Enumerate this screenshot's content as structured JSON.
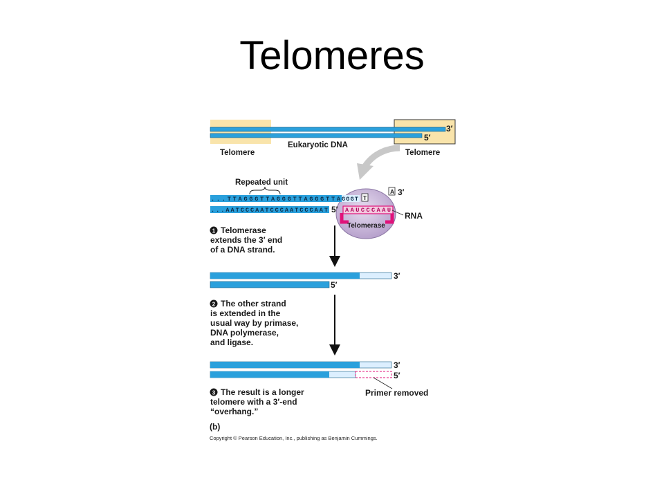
{
  "title": "Telomeres",
  "top_diagram": {
    "left_telomere_label": "Telomere",
    "dna_label": "Eukaryotic DNA",
    "right_telomere_label": "Telomere",
    "three_prime": "3′",
    "five_prime": "5′"
  },
  "repeat": {
    "repeated_unit_label": "Repeated unit",
    "top_strand_seq": "...TTAGGGTTAGGGTTAGGGTTA",
    "top_strand_ext": "GGGT",
    "next_base_T": "T",
    "next_base_A": "A",
    "bottom_strand_seq": "...AATCCCAATCCCAATCCCAAT",
    "rna_seq": "AAUCCCAAU",
    "rna_label": "RNA",
    "telomerase_label": "Telomerase",
    "three_prime": "3′",
    "five_prime": "5′"
  },
  "steps": [
    {
      "marker": "1",
      "lines": [
        "Telomerase",
        "extends the 3′ end",
        "of a DNA strand."
      ]
    },
    {
      "marker": "2",
      "lines": [
        "The other strand",
        "is extended in the",
        "usual way by primase,",
        "DNA polymerase,",
        "and ligase."
      ]
    },
    {
      "marker": "3",
      "lines": [
        "The result is a longer",
        "telomere with a 3′-end",
        "“overhang.”"
      ]
    }
  ],
  "step1_result": {
    "three_prime": "3′",
    "five_prime": "5′"
  },
  "step2_result": {
    "three_prime": "3′",
    "five_prime": "5′",
    "primer_removed_label": "Primer removed"
  },
  "panel_label": "(b)",
  "copyright": "Copyright © Pearson Education, Inc., publishing as Benjamin Cummings.",
  "colors": {
    "telomere_bg": "#f9e4ab",
    "dna_blue": "#2aa0dc",
    "dna_light": "#dcefff",
    "enzyme": "#c8b4d8",
    "rna_magenta": "#e0127a",
    "arrow_gray": "#c8c8c8"
  }
}
